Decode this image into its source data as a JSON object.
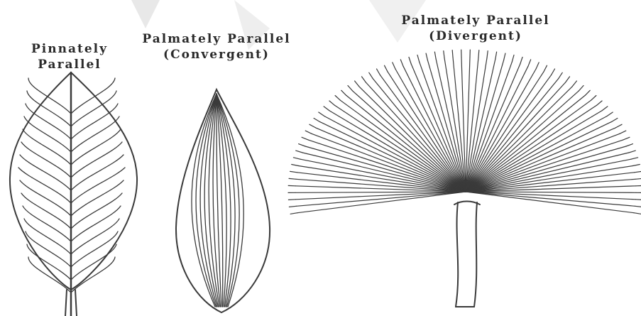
{
  "diagram": {
    "leaves": [
      {
        "id": "pinnately-parallel",
        "label_lines": [
          "Pinnately",
          "Parallel"
        ]
      },
      {
        "id": "palmately-parallel-convergent",
        "label_lines": [
          "Palmately Parallel",
          "(Convergent)"
        ]
      },
      {
        "id": "palmately-parallel-divergent",
        "label_lines": [
          "Palmately Parallel",
          "(Divergent)"
        ]
      }
    ],
    "colors": {
      "ink": "#3a3a3a",
      "background": "#ffffff",
      "watermark": "#dcdcdc"
    }
  }
}
